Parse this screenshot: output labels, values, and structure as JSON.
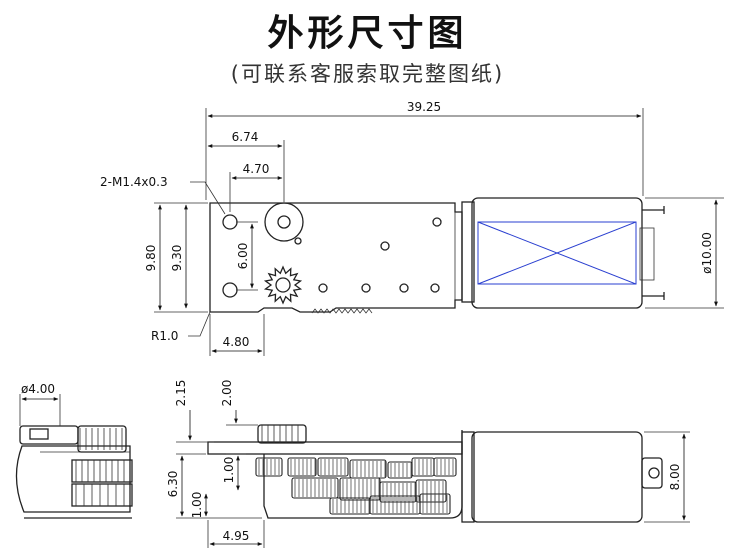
{
  "title": "外形尺寸图",
  "subtitle": "(可联系客服索取完整图纸)",
  "dimensions": {
    "overall_length": "39.25",
    "dim_674": "6.74",
    "dim_470": "4.70",
    "screw_callout": "2-M1.4x0.3",
    "height_980": "9.80",
    "height_930": "9.30",
    "height_600": "6.00",
    "radius": "R1.0",
    "dim_480": "4.80",
    "motor_diameter": "ø10.00",
    "shaft_diameter": "ø4.00",
    "dim_215": "2.15",
    "dim_200": "2.00",
    "dim_630": "6.30",
    "dim_100a": "1.00",
    "dim_100b": "1.00",
    "dim_495": "4.95",
    "motor_flat": "8.00"
  },
  "colors": {
    "motor_marking": "#2a3fd0",
    "outline": "#222222"
  }
}
